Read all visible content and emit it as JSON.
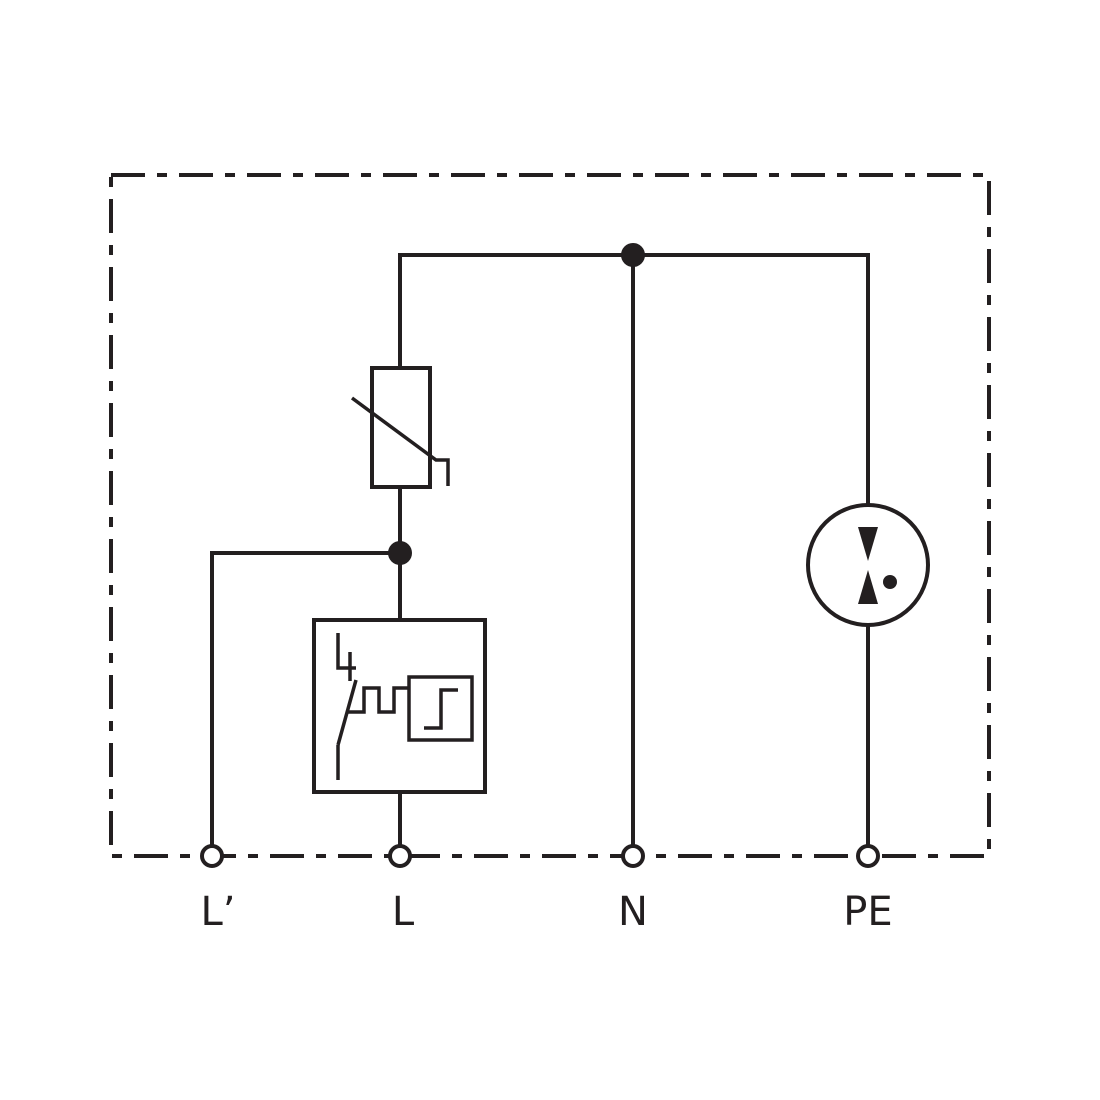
{
  "diagram": {
    "terminals": {
      "l_prime": "L’",
      "l": "L",
      "n": "N",
      "pe": "PE"
    },
    "components": {
      "varistor": "varistor-icon",
      "thermal_disconnector": "thermal-disconnector-icon",
      "spark_gap": "spark-gap-icon"
    },
    "colors": {
      "line": "#231f20",
      "background": "#ffffff"
    }
  }
}
